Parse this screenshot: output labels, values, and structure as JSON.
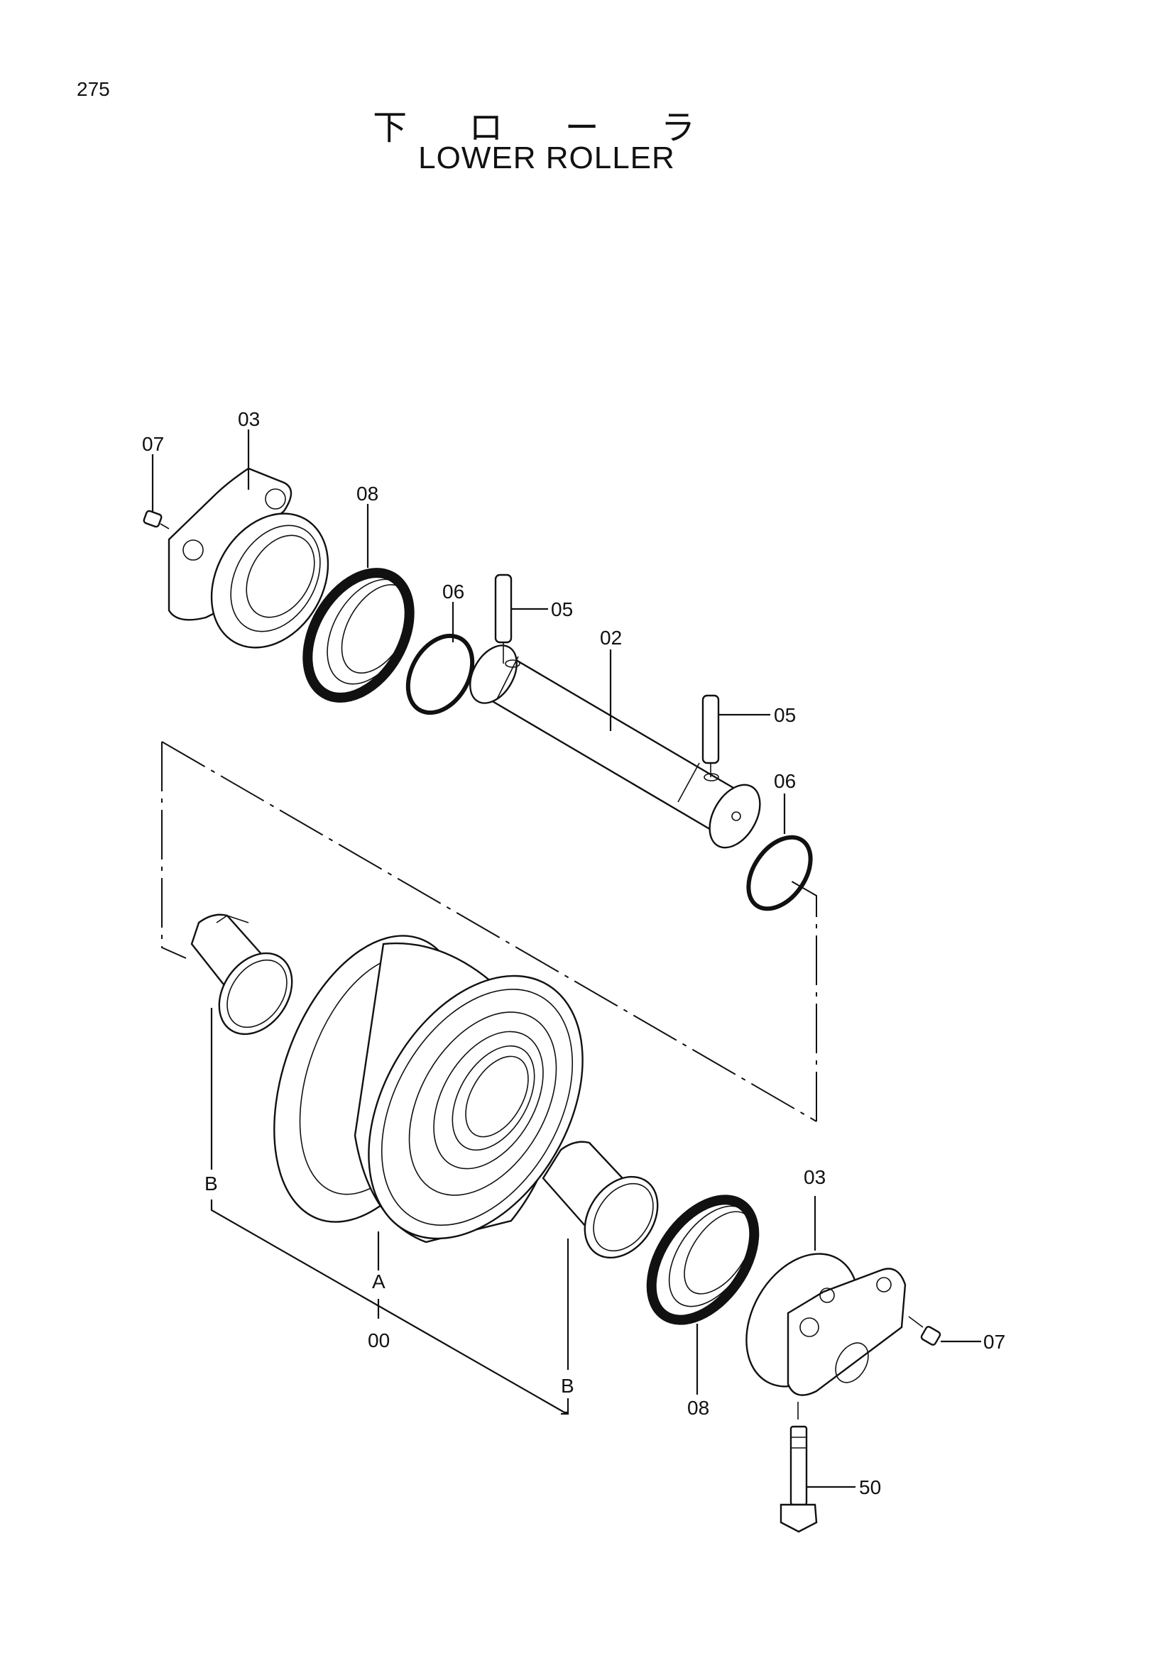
{
  "page_number": "275",
  "title_jp": "下 ロ ー ラ",
  "title_en": "LOWER ROLLER",
  "labels": {
    "collar_top": "03",
    "plug_top": "07",
    "seal_top": "08",
    "oring_top": "06",
    "pin_top": "05",
    "shaft": "02",
    "pin_right": "05",
    "oring_right": "06",
    "ref_b_left": "B",
    "ref_a": "A",
    "roller": "00",
    "ref_b_right": "B",
    "collar_bottom": "03",
    "plug_bottom": "07",
    "seal_bottom": "08",
    "bolt": "50"
  }
}
